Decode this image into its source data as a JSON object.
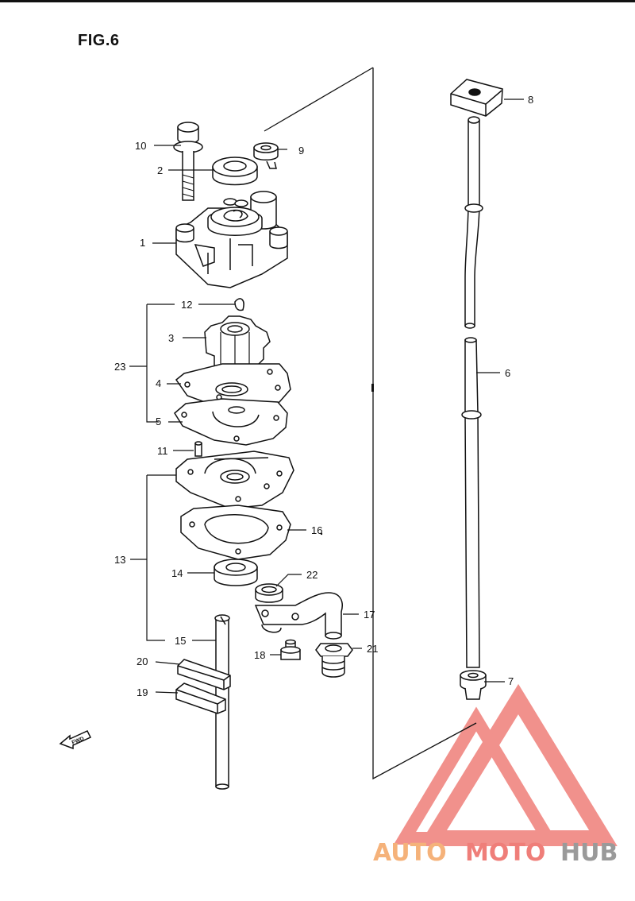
{
  "figure": {
    "title": "FIG.6"
  },
  "callouts": [
    "1",
    "2",
    "3",
    "4",
    "5",
    "6",
    "7",
    "8",
    "9",
    "10",
    "11",
    "12",
    "13",
    "14",
    "15",
    "16",
    "17",
    "18",
    "19",
    "20",
    "21",
    "22",
    "23"
  ],
  "fwd_label": "FWD",
  "watermark": {
    "part1": "AUTO",
    "part2": "MOTO",
    "part3": "HUB",
    "color_orange": "#f5b27a",
    "color_red": "#ef7e79",
    "color_gray": "#9a9a9a"
  },
  "colors": {
    "line": "#111111",
    "paper": "#ffffff"
  }
}
